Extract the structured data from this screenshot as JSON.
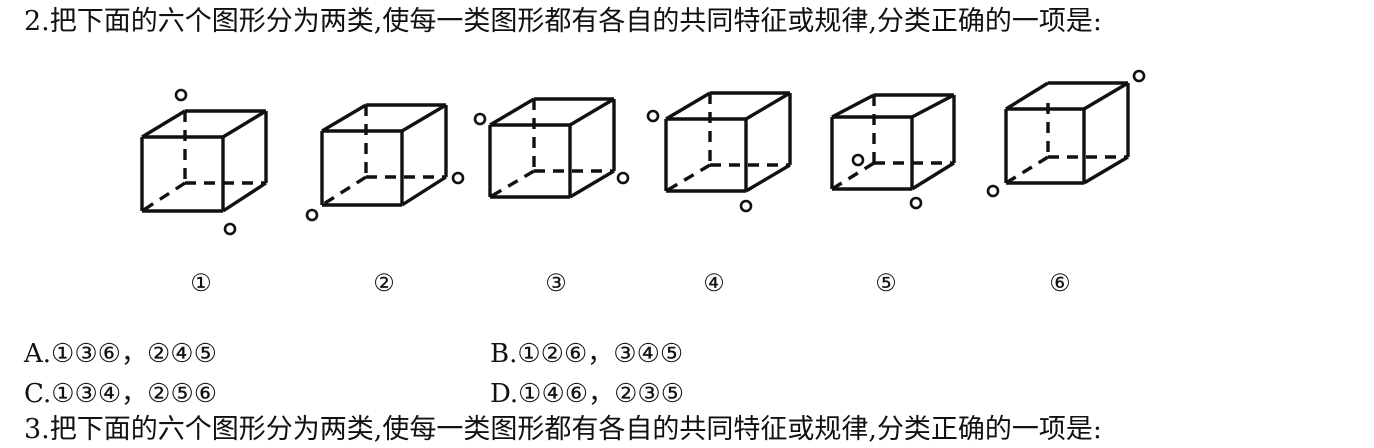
{
  "question": {
    "text": "2.把下面的六个图形分为两类,使每一类图形都有各自的共同特征或规律,分类正确的一项是:"
  },
  "figures": [
    {
      "label": "①"
    },
    {
      "label": "②"
    },
    {
      "label": "③"
    },
    {
      "label": "④"
    },
    {
      "label": "⑤"
    },
    {
      "label": "⑥"
    }
  ],
  "options": {
    "A": "A.①③⑥，②④⑤",
    "B": "B.①②⑥，③④⑤",
    "C": "C.①③④，②⑤⑥",
    "D": "D.①④⑥，②③⑤"
  },
  "next_question_partial": "3.把下面的六个图形分为两类,使每一类图形都有各自的共同特征或规律,分类正确的一项是:"
}
